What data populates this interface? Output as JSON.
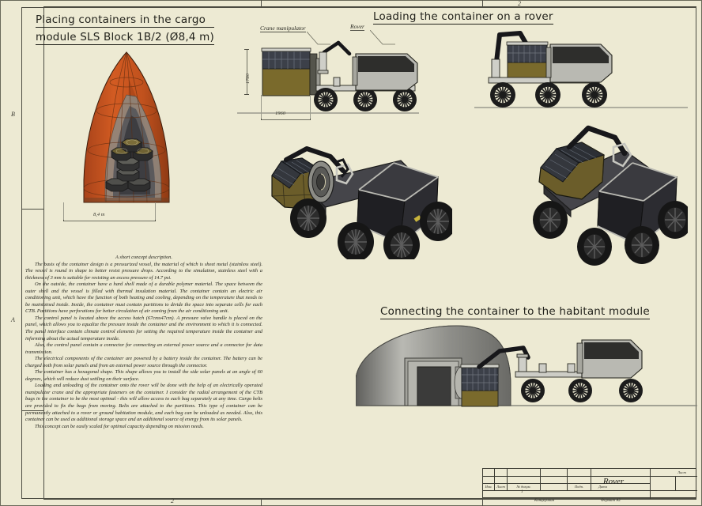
{
  "sheet": {
    "background": "#edead3",
    "ink": "#22221c",
    "edge_markers": {
      "left": [
        "B",
        "A"
      ],
      "bottom": [
        "2"
      ],
      "top": [
        "2"
      ]
    }
  },
  "sections": {
    "cargo": {
      "title_line1": "Placing containers in the cargo",
      "title_line2": "module SLS Block 1B/2 (Ø8,4 m)",
      "dimension": "8,4 m"
    },
    "loading": {
      "title": "Loading the container on a rover",
      "callouts": {
        "crane": "Crane manipulator",
        "rover": "Rover"
      },
      "dimensions": {
        "height": "1780",
        "width": "1960"
      }
    },
    "connecting": {
      "title": "Connecting the container to the habitant module"
    }
  },
  "description": {
    "heading": "A short concept description.",
    "paragraphs": [
      "The basis of the container design is a pressurized vessel, the material of which is sheet metal (stainless steel). The vessel is round in shape to better resist pressure drops. According to the simulation, stainless steel with a thickness of 3 mm is suitable for resisting an excess pressure of 14.7 psi.",
      "On the outside, the container have a hard shell made of a durable polymer material. The space between the outer shell and the vessel is filled with thermal insulation material. The container contain an electric air conditioning unit, which have the function of both heating and cooling, depending on the temperature that needs to be maintained inside. Inside, the container must contain partitions to divide the space into separate cells for each CTB. Partitions have perforations for better circulation of air coming from the air conditioning unit.",
      "The control panel is located above the access hatch (67cmx47cm). A pressure valve handle is placed on the panel, which allows you to equalize the pressure inside the container and the environment to which it is connected. The panel interface contain climate control elements for setting the required temperature inside the container and informing about the actual temperature inside.",
      "Also, the control panel contain a connector for connecting an external power source and a connector for data transmission.",
      "The electrical components of the container are powered by a battery inside the container. The battery can be charged both from solar panels and from an external power source through the connector.",
      "The container has a hexagonal shape. This shape allows you to install the side solar panels at an angle of 60 degrees, which will reduce dust settling on their surface.",
      "Loading and unloading of the container onto the rover will be done with the help of an electrically operated manipulator crane and the appropriate fasteners on the container. I consider the radial arrangement of the CTB bags in the container to be the most optimal - this will allow access to each bag separately at any time. Cargo belts are provided to fix the bags from moving. Belts are attached to the partitions. This type of container can be permanently attached to a rover or ground habitation module, and each bag can be unloaded as needed. Also, this container can be used as additional storage space and an additional source of energy from its solar panels.",
      "This concept can be easily scaled for optimal capacity depending on mission needs."
    ]
  },
  "title_block": {
    "columns": [
      "Изм.",
      "Лист",
      "№ докум.",
      "Подп.",
      "Дата"
    ],
    "drawing_name": "Rover",
    "sheet_label": "Лист",
    "stage": "Концеровая",
    "format": "Формат A2",
    "sheet_number": "1"
  },
  "palette": {
    "paper": "#edead3",
    "fairing": "#c4561f",
    "fairing_dark": "#9d3f16",
    "container_gold": "#7d6a2a",
    "panel_dark": "#3c3f46",
    "metal_light": "#c9c9c4",
    "metal_mid": "#8d8d88",
    "metal_dark": "#2b2b2b",
    "ground": "#8a8a80"
  }
}
